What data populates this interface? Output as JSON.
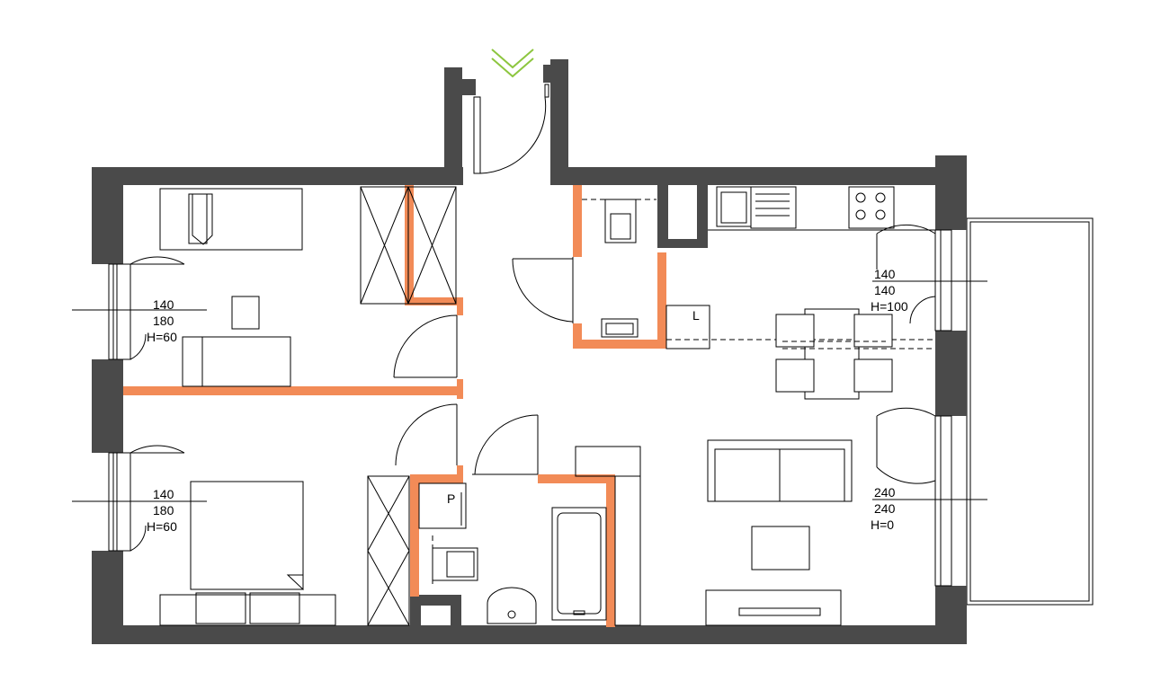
{
  "plan": {
    "accent_color": "#f28b57",
    "wall_color": "#4a4a4a",
    "entrance_marker_color": "#8dc63f",
    "windows": [
      {
        "name": "window-bedroom-top",
        "width": "140",
        "height": "180",
        "sill": "H=60"
      },
      {
        "name": "window-bedroom-bottom",
        "width": "140",
        "height": "180",
        "sill": "H=60"
      },
      {
        "name": "window-kitchen",
        "width": "140",
        "height": "140",
        "sill": "H=100"
      },
      {
        "name": "balcony-door",
        "width": "240",
        "height": "240",
        "sill": "H=0"
      }
    ],
    "appliance_marks": {
      "washer": "P",
      "fridge": "L"
    }
  }
}
